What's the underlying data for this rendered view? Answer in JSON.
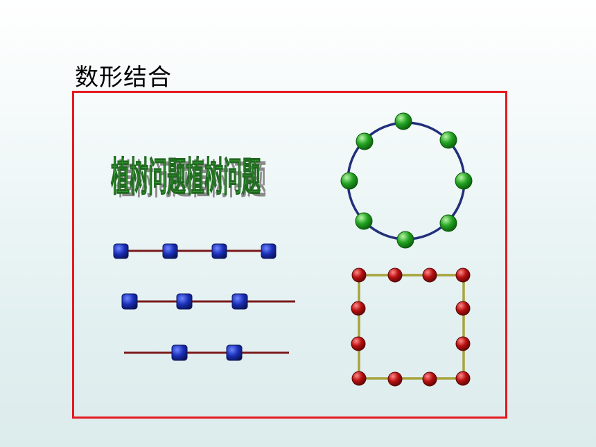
{
  "slide": {
    "title": "数形结合",
    "heading": "植树问题植树问题"
  },
  "colors": {
    "frame": "#e5191e",
    "heading_fill": "#3fa33a",
    "heading_shadow": "#8a8a8a",
    "line_dark_red": "#7a1a1a",
    "circle_stroke": "#22307a",
    "square_stroke": "#a7a43c",
    "blue_bead": "#1a2fb8",
    "green_bead": "#23a323",
    "red_bead": "#b81010"
  },
  "figures": {
    "line_rows": [
      {
        "description_icon": "line-with-beads-at-both-ends",
        "bead_count": 4
      },
      {
        "description_icon": "line-with-bead-at-start-only",
        "bead_count": 3
      },
      {
        "description_icon": "line-with-no-beads-at-ends",
        "bead_count": 2
      }
    ],
    "circle": {
      "bead_count": 8
    },
    "square": {
      "bead_count": 12
    }
  }
}
